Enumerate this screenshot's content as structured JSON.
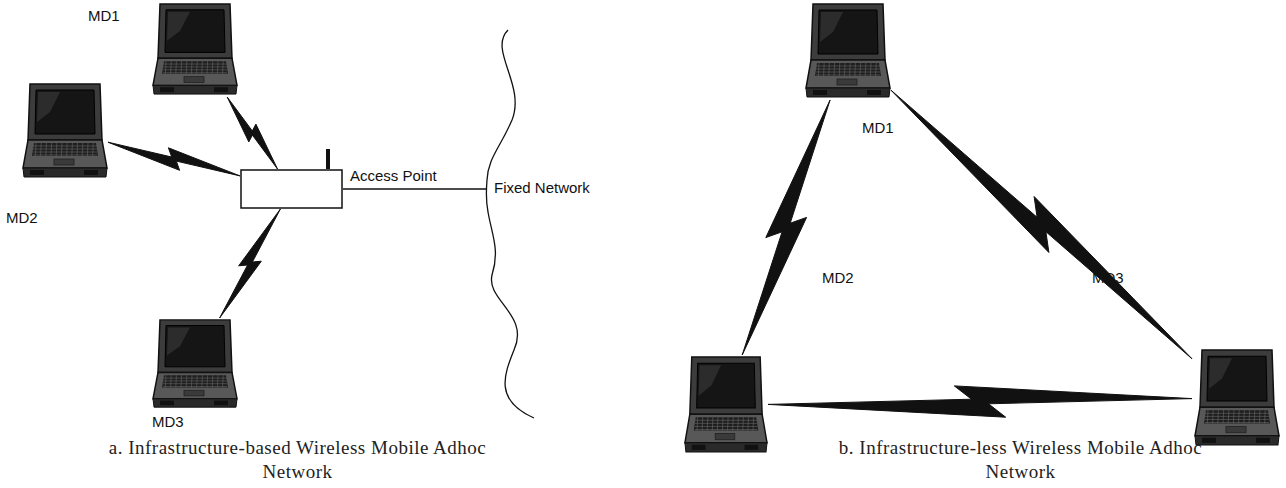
{
  "diagram": {
    "nodes": [
      {
        "text": [
          "MD1"
        ]
      },
      {
        "text": [
          "MD2"
        ]
      },
      {
        "text": [
          "MD3"
        ]
      },
      {
        "text": [
          "Access Point"
        ]
      },
      {
        "text": [
          "Fixed Network"
        ]
      },
      {
        "text": [
          "MD1"
        ]
      },
      {
        "text": [
          "MD2"
        ]
      },
      {
        "text": [
          "MD3"
        ]
      }
    ],
    "edges": [
      {
        "from": 0,
        "to": 3,
        "arrow": "none"
      },
      {
        "from": 1,
        "to": 3,
        "arrow": "none"
      },
      {
        "from": 2,
        "to": 3,
        "arrow": "none"
      },
      {
        "from": 3,
        "to": 4,
        "arrow": "none"
      },
      {
        "from": 5,
        "to": 6,
        "arrow": "none"
      },
      {
        "from": 5,
        "to": 7,
        "arrow": "none"
      },
      {
        "from": 6,
        "to": 7,
        "arrow": "none"
      }
    ],
    "labels": [
      "a. Infrastructure-based Wireless Mobile Adhoc Network",
      "b. Infrastructure-less Wireless Mobile Adhoc Network"
    ]
  }
}
